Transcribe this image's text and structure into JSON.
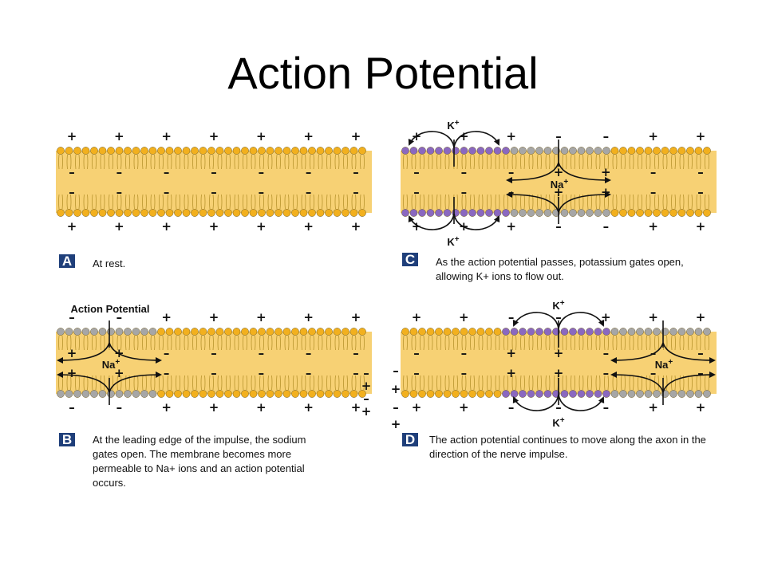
{
  "title": "Action Potential",
  "colors": {
    "membrane": "#f7d174",
    "head_yellow": "#f2b01e",
    "head_purple": "#8a68c0",
    "head_gray": "#a6a6a6",
    "label_box": "#1f3f7a"
  },
  "symbols": {
    "plus": "+",
    "minus": "–"
  },
  "ions": {
    "potassium": "K",
    "sodium": "Na",
    "charge": "+"
  },
  "panels": {
    "A": {
      "letter": "A",
      "caption": "At rest."
    },
    "B": {
      "letter": "B",
      "header": "Action Potential",
      "caption": "At the leading edge of the impulse, the sodium gates open. The membrane becomes more permeable to Na+ ions and an action potential occurs."
    },
    "C": {
      "letter": "C",
      "caption": "As the action potential passes, potassium gates open, allowing K+ ions to flow out."
    },
    "D": {
      "letter": "D",
      "caption": "The action potential continues to move along the axon in the direction of the nerve impulse."
    }
  }
}
